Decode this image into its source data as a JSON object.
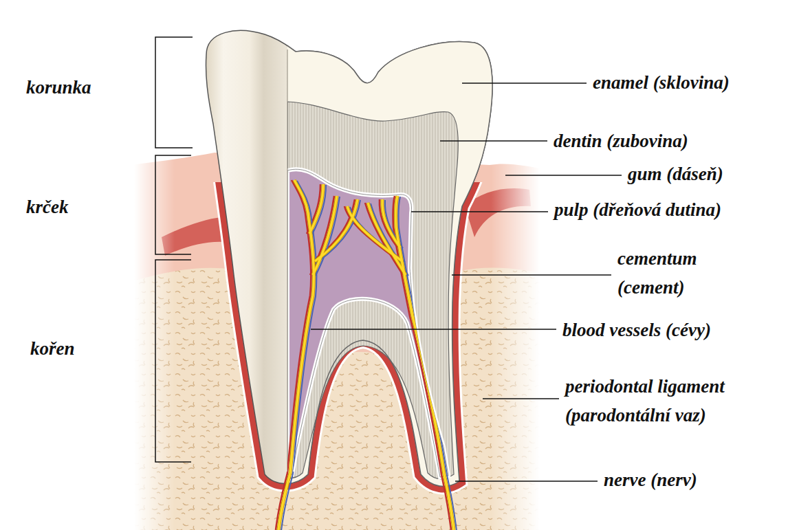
{
  "diagram": {
    "labels": [
      "korunka",
      "krček",
      "kořen",
      "enamel (sklovina)",
      "dentin (zubovina)",
      "gum (dáseň)",
      "pulp (dřeňová dutina)",
      "cementum (cement)",
      "blood vessels (cévy)",
      "periodontal ligament (parodontální vaz)",
      "nerve (nerv)"
    ]
  }
}
